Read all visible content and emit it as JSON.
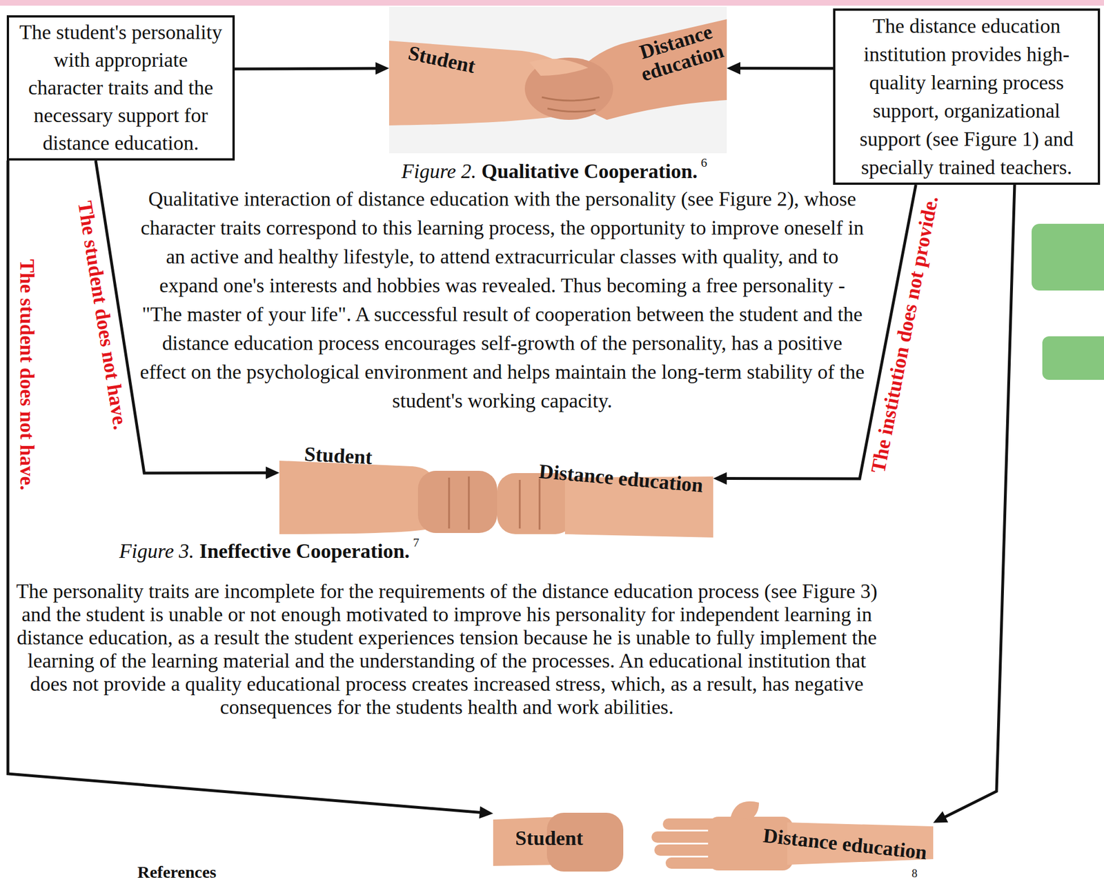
{
  "diagram": {
    "nodes": [
      {
        "text": [
          "The student's personality with appropriate character traits and the necessary support for distance education."
        ]
      },
      {
        "text": [
          "Student",
          "Distance education"
        ]
      },
      {
        "text": [
          "The distance education institution provides high-quality learning process support, organizational support (see Figure 1) and specially trained teachers."
        ]
      },
      {
        "text": [
          "Student",
          "Distance education"
        ]
      },
      {
        "text": [
          "Student",
          "Distance education"
        ]
      }
    ],
    "edges": [
      {
        "from": 0,
        "to": 1,
        "arrow": "to"
      },
      {
        "from": 2,
        "to": 1,
        "arrow": "to"
      },
      {
        "from": 0,
        "to": 3,
        "label": "The student does not have.",
        "arrow": "to"
      },
      {
        "from": 2,
        "to": 3,
        "label": "The institution does not provide.",
        "arrow": "to"
      },
      {
        "from": 0,
        "to": 4,
        "label": "The student does not have.",
        "arrow": "to"
      },
      {
        "from": 2,
        "to": 4,
        "arrow": "to"
      }
    ],
    "labels": [
      "Figure 2.",
      "Qualitative Cooperation.",
      "6",
      "Qualitative interaction of distance education with the personality (see Figure 2), whose character traits correspond to this learning process, the opportunity to improve oneself in an active and healthy lifestyle, to attend extracurricular classes with quality, and to expand one's interests and hobbies was revealed. Thus becoming a free personality - \"The master of your life\". A successful result of cooperation between the student and the distance education process encourages self-growth of the personality, has a positive effect on the psychological environment and helps maintain the long-term stability of the student's working capacity.",
      "Figure 3.",
      "Ineffective Cooperation.",
      "7",
      "The personality traits are incomplete for the requirements of the distance education process (see Figure 3) and the student is unable or not enough motivated to improve his personality for independent learning in distance education, as a result the student experiences tension because he is unable to fully implement the learning of the learning material and the understanding of the processes. An educational institution that does not provide a quality educational process creates increased stress, which, as a result, has negative consequences for the students health and work abilities.",
      "8",
      "References"
    ]
  }
}
